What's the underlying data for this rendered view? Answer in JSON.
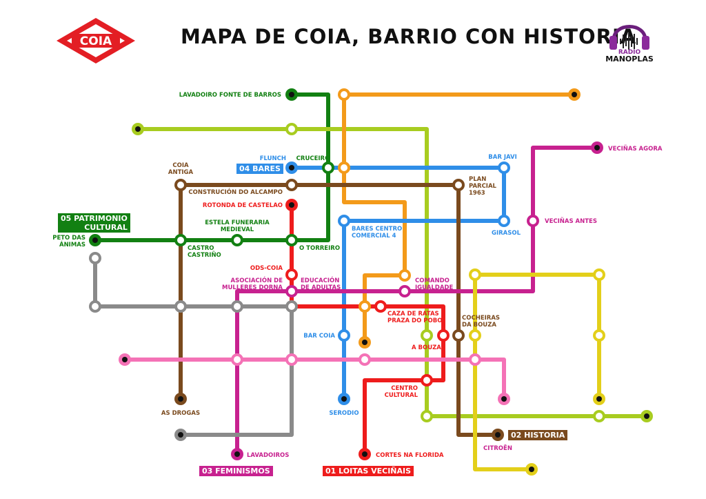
{
  "title": "MAPA DE COIA, BARRIO CON HISTORIA",
  "logo_left": "COIA",
  "logo_right_line1": "RADIO",
  "logo_right_line2": "MANOPLAS",
  "colors": {
    "green": "#128012",
    "lime": "#a8cc20",
    "orange": "#f39a1a",
    "blue": "#2f8ee8",
    "brown": "#7a4a1e",
    "red": "#ee1c1c",
    "magenta": "#c7218f",
    "pink": "#f472b6",
    "gray": "#8a8a8a",
    "yellow": "#e3cf1a"
  },
  "legend": {
    "historia": "02 HISTORIA",
    "bares": "04 BARES",
    "patrimonio_line1": "05 PATRIMONIO",
    "patrimonio_line2": "CULTURAL",
    "feminismos": "03 FEMINISMOS",
    "loitas": "01 LOITAS VECIÑAIS"
  },
  "stations": {
    "lavadoiro": "LAVADOIRO FONTE DE BARROS",
    "flunch": "FLUNCH",
    "cruceiro": "CRUCEIRO",
    "bar_javi": "BAR JAVI",
    "vecinas_agora": "VECIÑAS AGORA",
    "coia_antiga_1": "COIA",
    "coia_antiga_2": "ANTIGA",
    "construcion": "CONSTRUCIÓN DO ALCAMPO",
    "plan_parcial_1": "PLAN",
    "plan_parcial_2": "PARCIAL",
    "plan_parcial_3": "1963",
    "rotonda": "ROTONDA DE CASTELAO",
    "estela_1": "ESTELA FUNERARIA",
    "estela_2": "MEDIEVAL",
    "bares_centro_1": "BARES CENTRO",
    "bares_centro_2": "COMERCIAL 4",
    "girasol": "GIRASOL",
    "vecinas_antes": "VECIÑAS ANTES",
    "peto_1": "PETO DAS",
    "peto_2": "ÁNIMAS",
    "castro_1": "CASTRO",
    "castro_2": "CASTRIÑO",
    "torreiro": "O TORREIRO",
    "ods": "ODS-COIA",
    "asociacion_1": "ASOCIACIÓN DE",
    "asociacion_2": "MULLERES DORNA",
    "educacion_1": "EDUCACIÓN",
    "educacion_2": "DE ADULTAS",
    "comando_1": "COMANDO",
    "comando_2": "IGUALDADE",
    "caza_1": "CAZA DE RATAS",
    "caza_2": "PRAZA DO POBO",
    "bar_coia": "BAR COIA",
    "a_bouza": "A BOUZA",
    "cocheiras_1": "COCHEIRAS",
    "cocheiras_2": "DA BOUZA",
    "centro_1": "CENTRO",
    "centro_2": "CULTURAL",
    "as_drogas": "AS DROGAS",
    "serodio": "SERODIO",
    "citroen": "CITROËN",
    "lavadoiros": "LAVADOIROS",
    "cortes": "CORTES NA FLORIDA"
  }
}
